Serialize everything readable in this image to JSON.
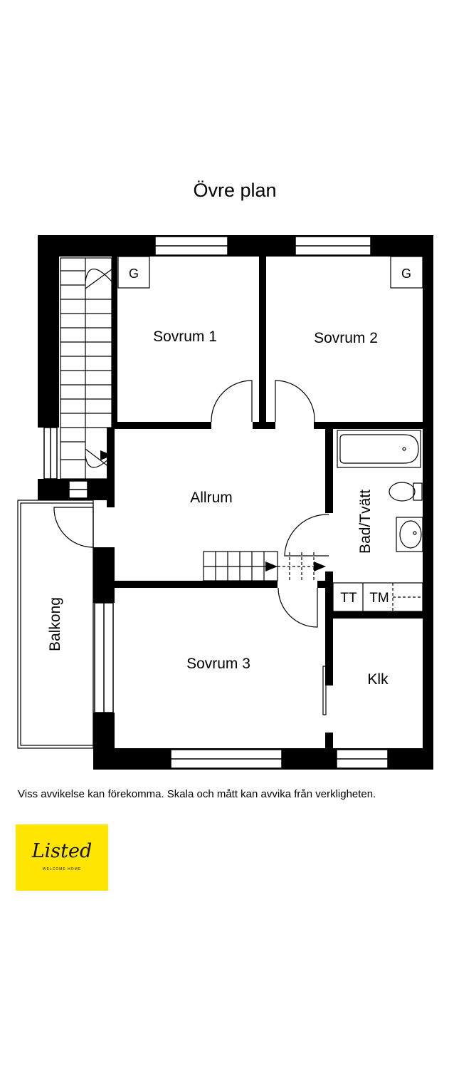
{
  "title": "Övre plan",
  "rooms": {
    "sovrum1": "Sovrum 1",
    "sovrum2": "Sovrum 2",
    "sovrum3": "Sovrum 3",
    "allrum": "Allrum",
    "bad": "Bad/Tvätt",
    "klk": "Klk",
    "balkong": "Balkong"
  },
  "fixtures": {
    "g1": "G",
    "g2": "G",
    "tt": "TT",
    "tm": "TM"
  },
  "disclaimer": "Viss avvikelse kan förekomma. Skala och mått kan avvika från verkligheten.",
  "logo": {
    "script": "Listed",
    "tagline": "WELCOME HOME",
    "color": "#ffe500"
  }
}
